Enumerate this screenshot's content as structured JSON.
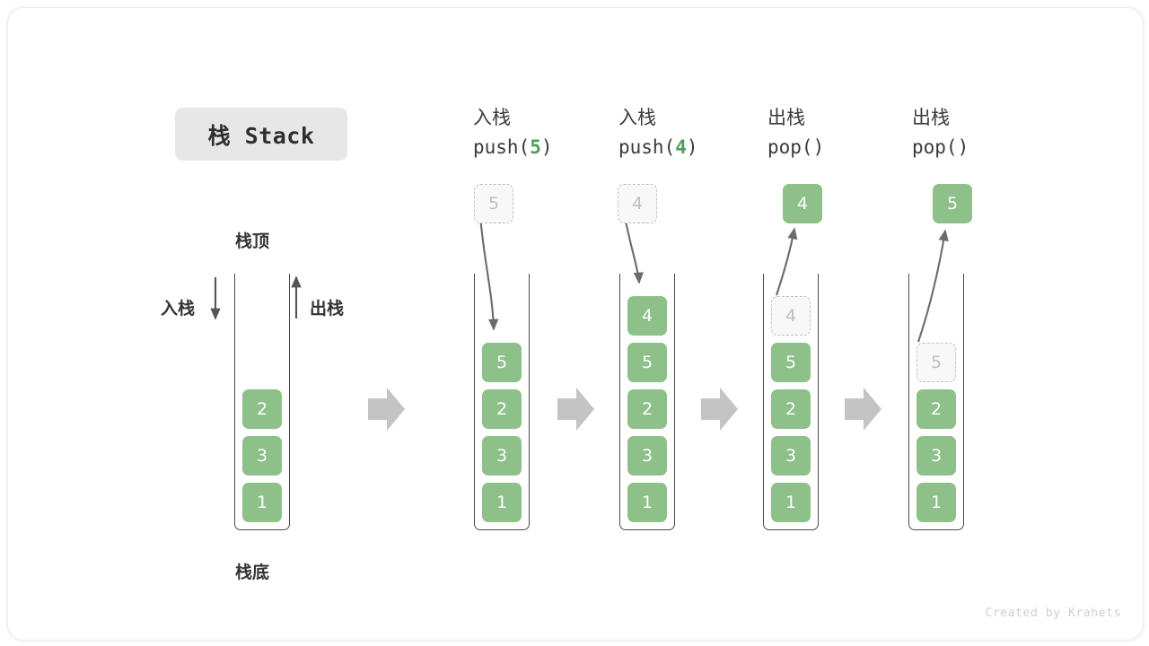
{
  "title": {
    "text": "栈 Stack"
  },
  "labels": {
    "top": "栈顶",
    "bottom": "栈底",
    "push_side": "入栈",
    "pop_side": "出栈"
  },
  "colors": {
    "cell_fill": "#8ec08a",
    "cell_text": "#ffffff",
    "ghost_fill": "#f8f8f8",
    "ghost_text": "#bfbfbf",
    "ghost_border": "#c2c2c2",
    "accent_green": "#4d9e5f",
    "container_stroke": "#4a4a4a",
    "step_arrow": "#c4c4c4",
    "flow_arrow": "#6b6b6b",
    "chip_bg": "#e7e7e7",
    "text_dark": "#333333",
    "credit_text": "#cfcfcf"
  },
  "steps": [
    {
      "id": "initial",
      "op_cjk": "",
      "op_code_prefix": "",
      "op_code_arg": "",
      "op_code_suffix": "",
      "cells": [
        "2",
        "3",
        "1"
      ],
      "ghost_top": null,
      "result_cell": null
    },
    {
      "id": "push-5",
      "op_cjk": "入栈",
      "op_code_prefix": "push(",
      "op_code_arg": "5",
      "op_code_suffix": ")",
      "incoming_cell": "5",
      "cells": [
        "5",
        "2",
        "3",
        "1"
      ],
      "ghost_top": null,
      "result_cell": null
    },
    {
      "id": "push-4",
      "op_cjk": "入栈",
      "op_code_prefix": "push(",
      "op_code_arg": "4",
      "op_code_suffix": ")",
      "incoming_cell": "4",
      "cells": [
        "4",
        "5",
        "2",
        "3",
        "1"
      ],
      "ghost_top": null,
      "result_cell": null
    },
    {
      "id": "pop-4",
      "op_cjk": "出栈",
      "op_code_prefix": "pop(",
      "op_code_arg": "",
      "op_code_suffix": ")",
      "result_cell": "4",
      "ghost_top": "4",
      "cells": [
        "5",
        "2",
        "3",
        "1"
      ]
    },
    {
      "id": "pop-5",
      "op_cjk": "出栈",
      "op_code_prefix": "pop(",
      "op_code_arg": "",
      "op_code_suffix": ")",
      "result_cell": "5",
      "ghost_top": "5",
      "cells": [
        "2",
        "3",
        "1"
      ]
    }
  ],
  "credit": {
    "text": "Created by Krahets"
  }
}
